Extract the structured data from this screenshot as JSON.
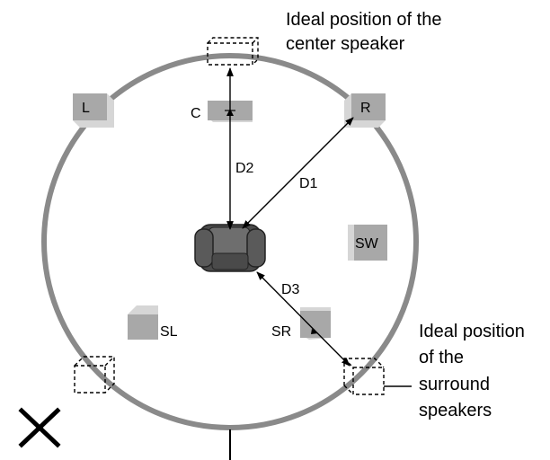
{
  "speakers": {
    "left": "L",
    "center": "C",
    "right": "R",
    "subwoofer": "SW",
    "surround_left": "SL",
    "surround_right": "SR"
  },
  "distances": {
    "d1": "D1",
    "d2": "D2",
    "d3": "D3"
  },
  "annotations": {
    "center_ideal": [
      "Ideal position of the",
      "center speaker"
    ],
    "surround_ideal": [
      "Ideal position",
      "of the",
      "surround",
      "speakers"
    ]
  },
  "colors": {
    "circle": "#8a8a8a",
    "speaker_face": "#a8a8a8",
    "speaker_side": "#d6d6d6",
    "chair_dark": "#4a4a4a",
    "chair_mid": "#6e6e6e"
  },
  "icons": {
    "excluded_marker": "x-mark-icon",
    "listener_seat": "armchair-icon"
  }
}
